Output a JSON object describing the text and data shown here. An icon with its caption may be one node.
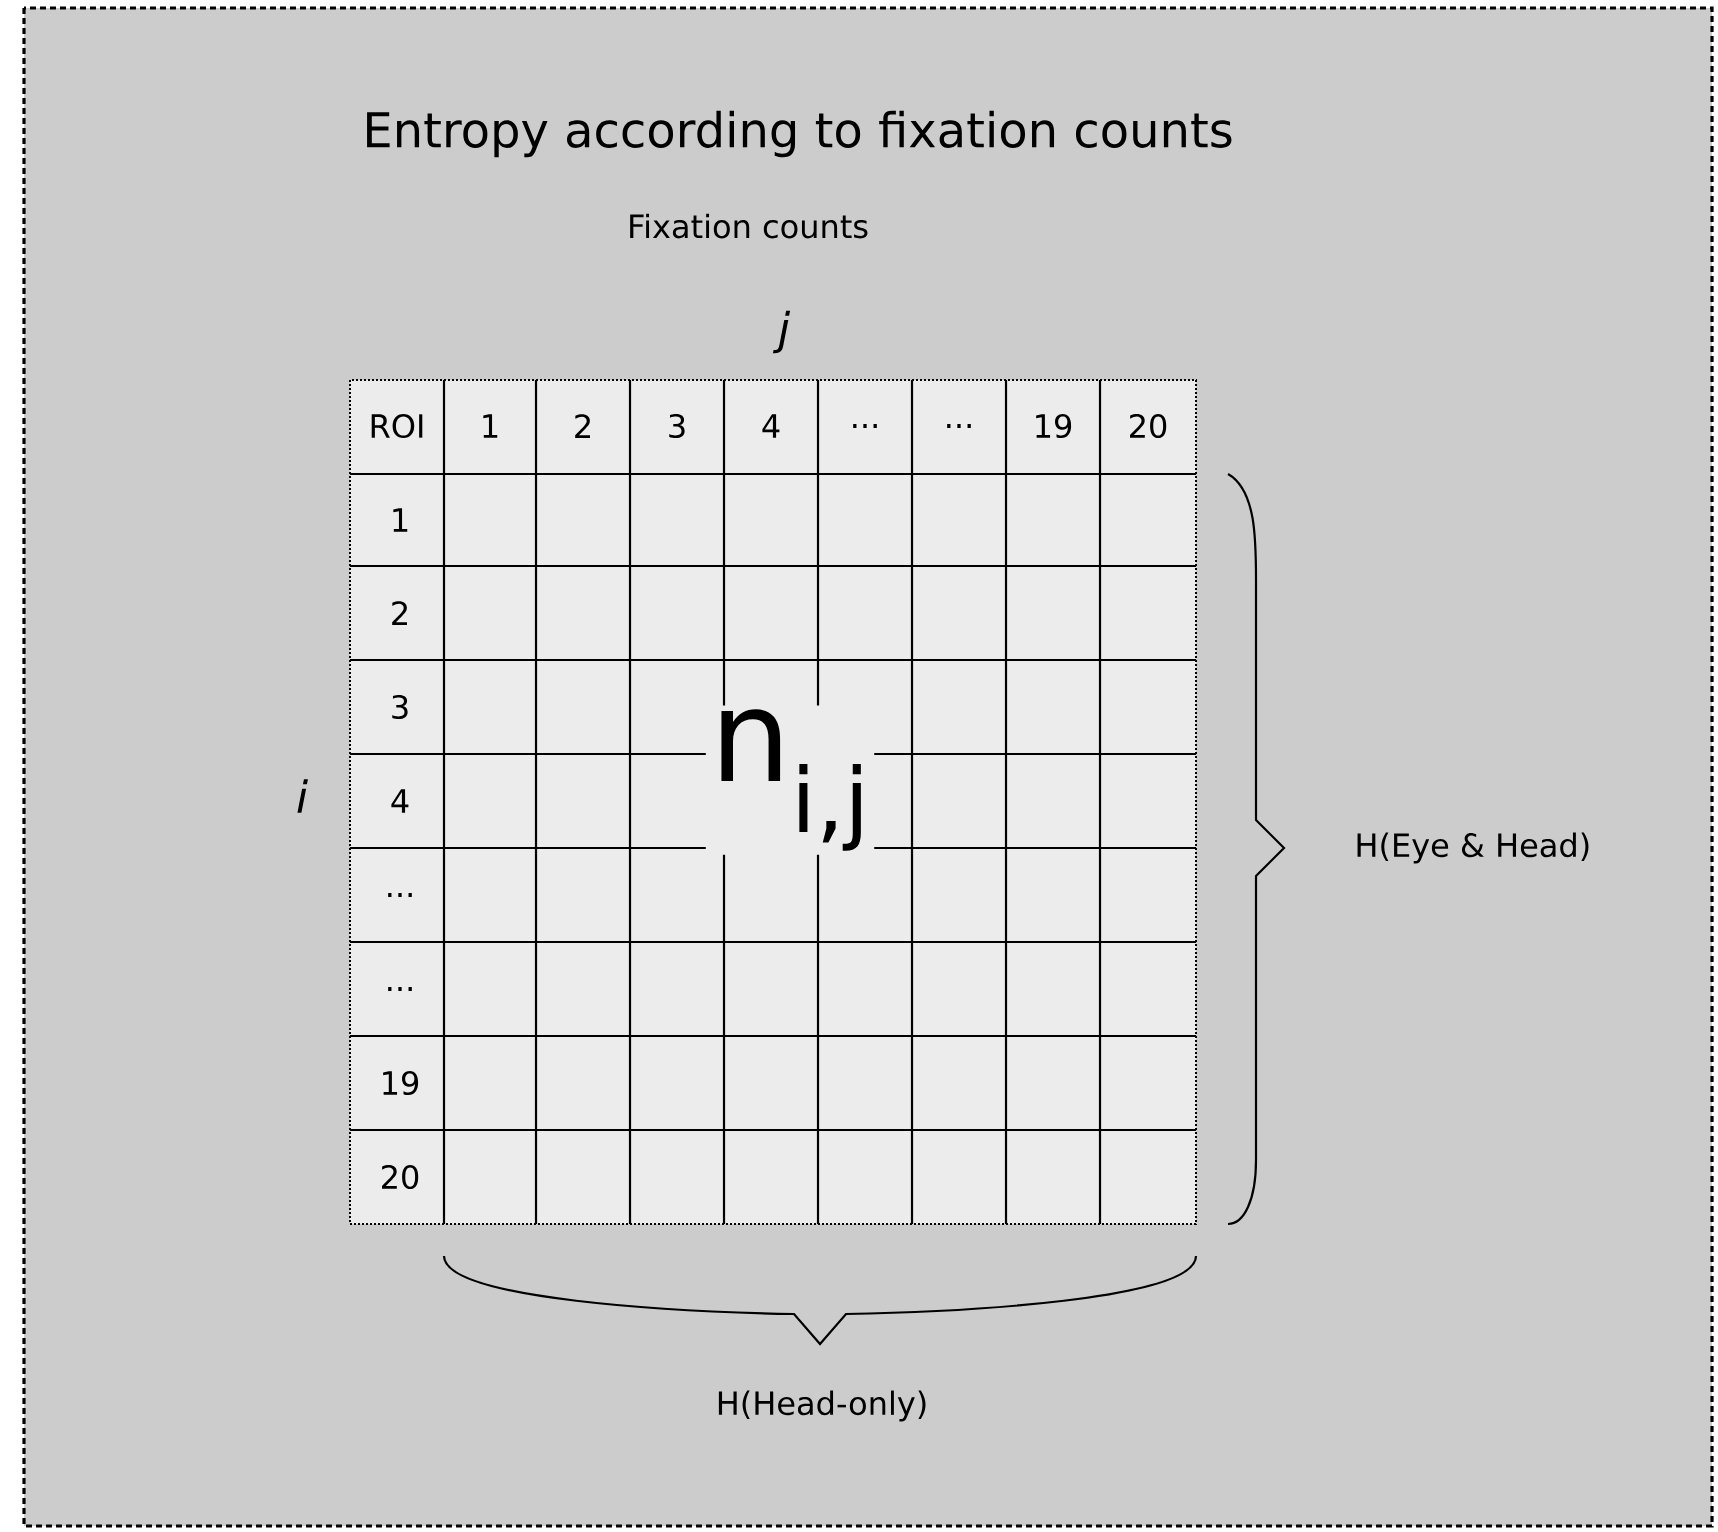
{
  "diagram": {
    "title": "Entropy according to fixation counts",
    "labels": [
      "Fixation counts",
      "j",
      "ROI",
      "1",
      "2",
      "3",
      "4",
      "...",
      "...",
      "19",
      "20",
      "1",
      "2",
      "3",
      "4",
      "...",
      "...",
      "19",
      "20",
      "i",
      "n$_{i,j}$",
      "H(Eye & Head)",
      "H(Head-only)"
    ]
  }
}
